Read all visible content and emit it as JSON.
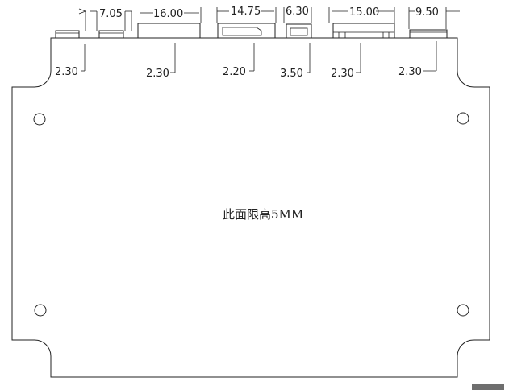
{
  "drawing": {
    "center_note": "此面限高5MM",
    "width_dims": [
      "7.05",
      "16.00",
      "14.75",
      "6.30",
      "15.00",
      "9.50"
    ],
    "height_dims": [
      "2.30",
      "2.30",
      "2.20",
      "3.50",
      "2.30",
      "2.30"
    ]
  }
}
